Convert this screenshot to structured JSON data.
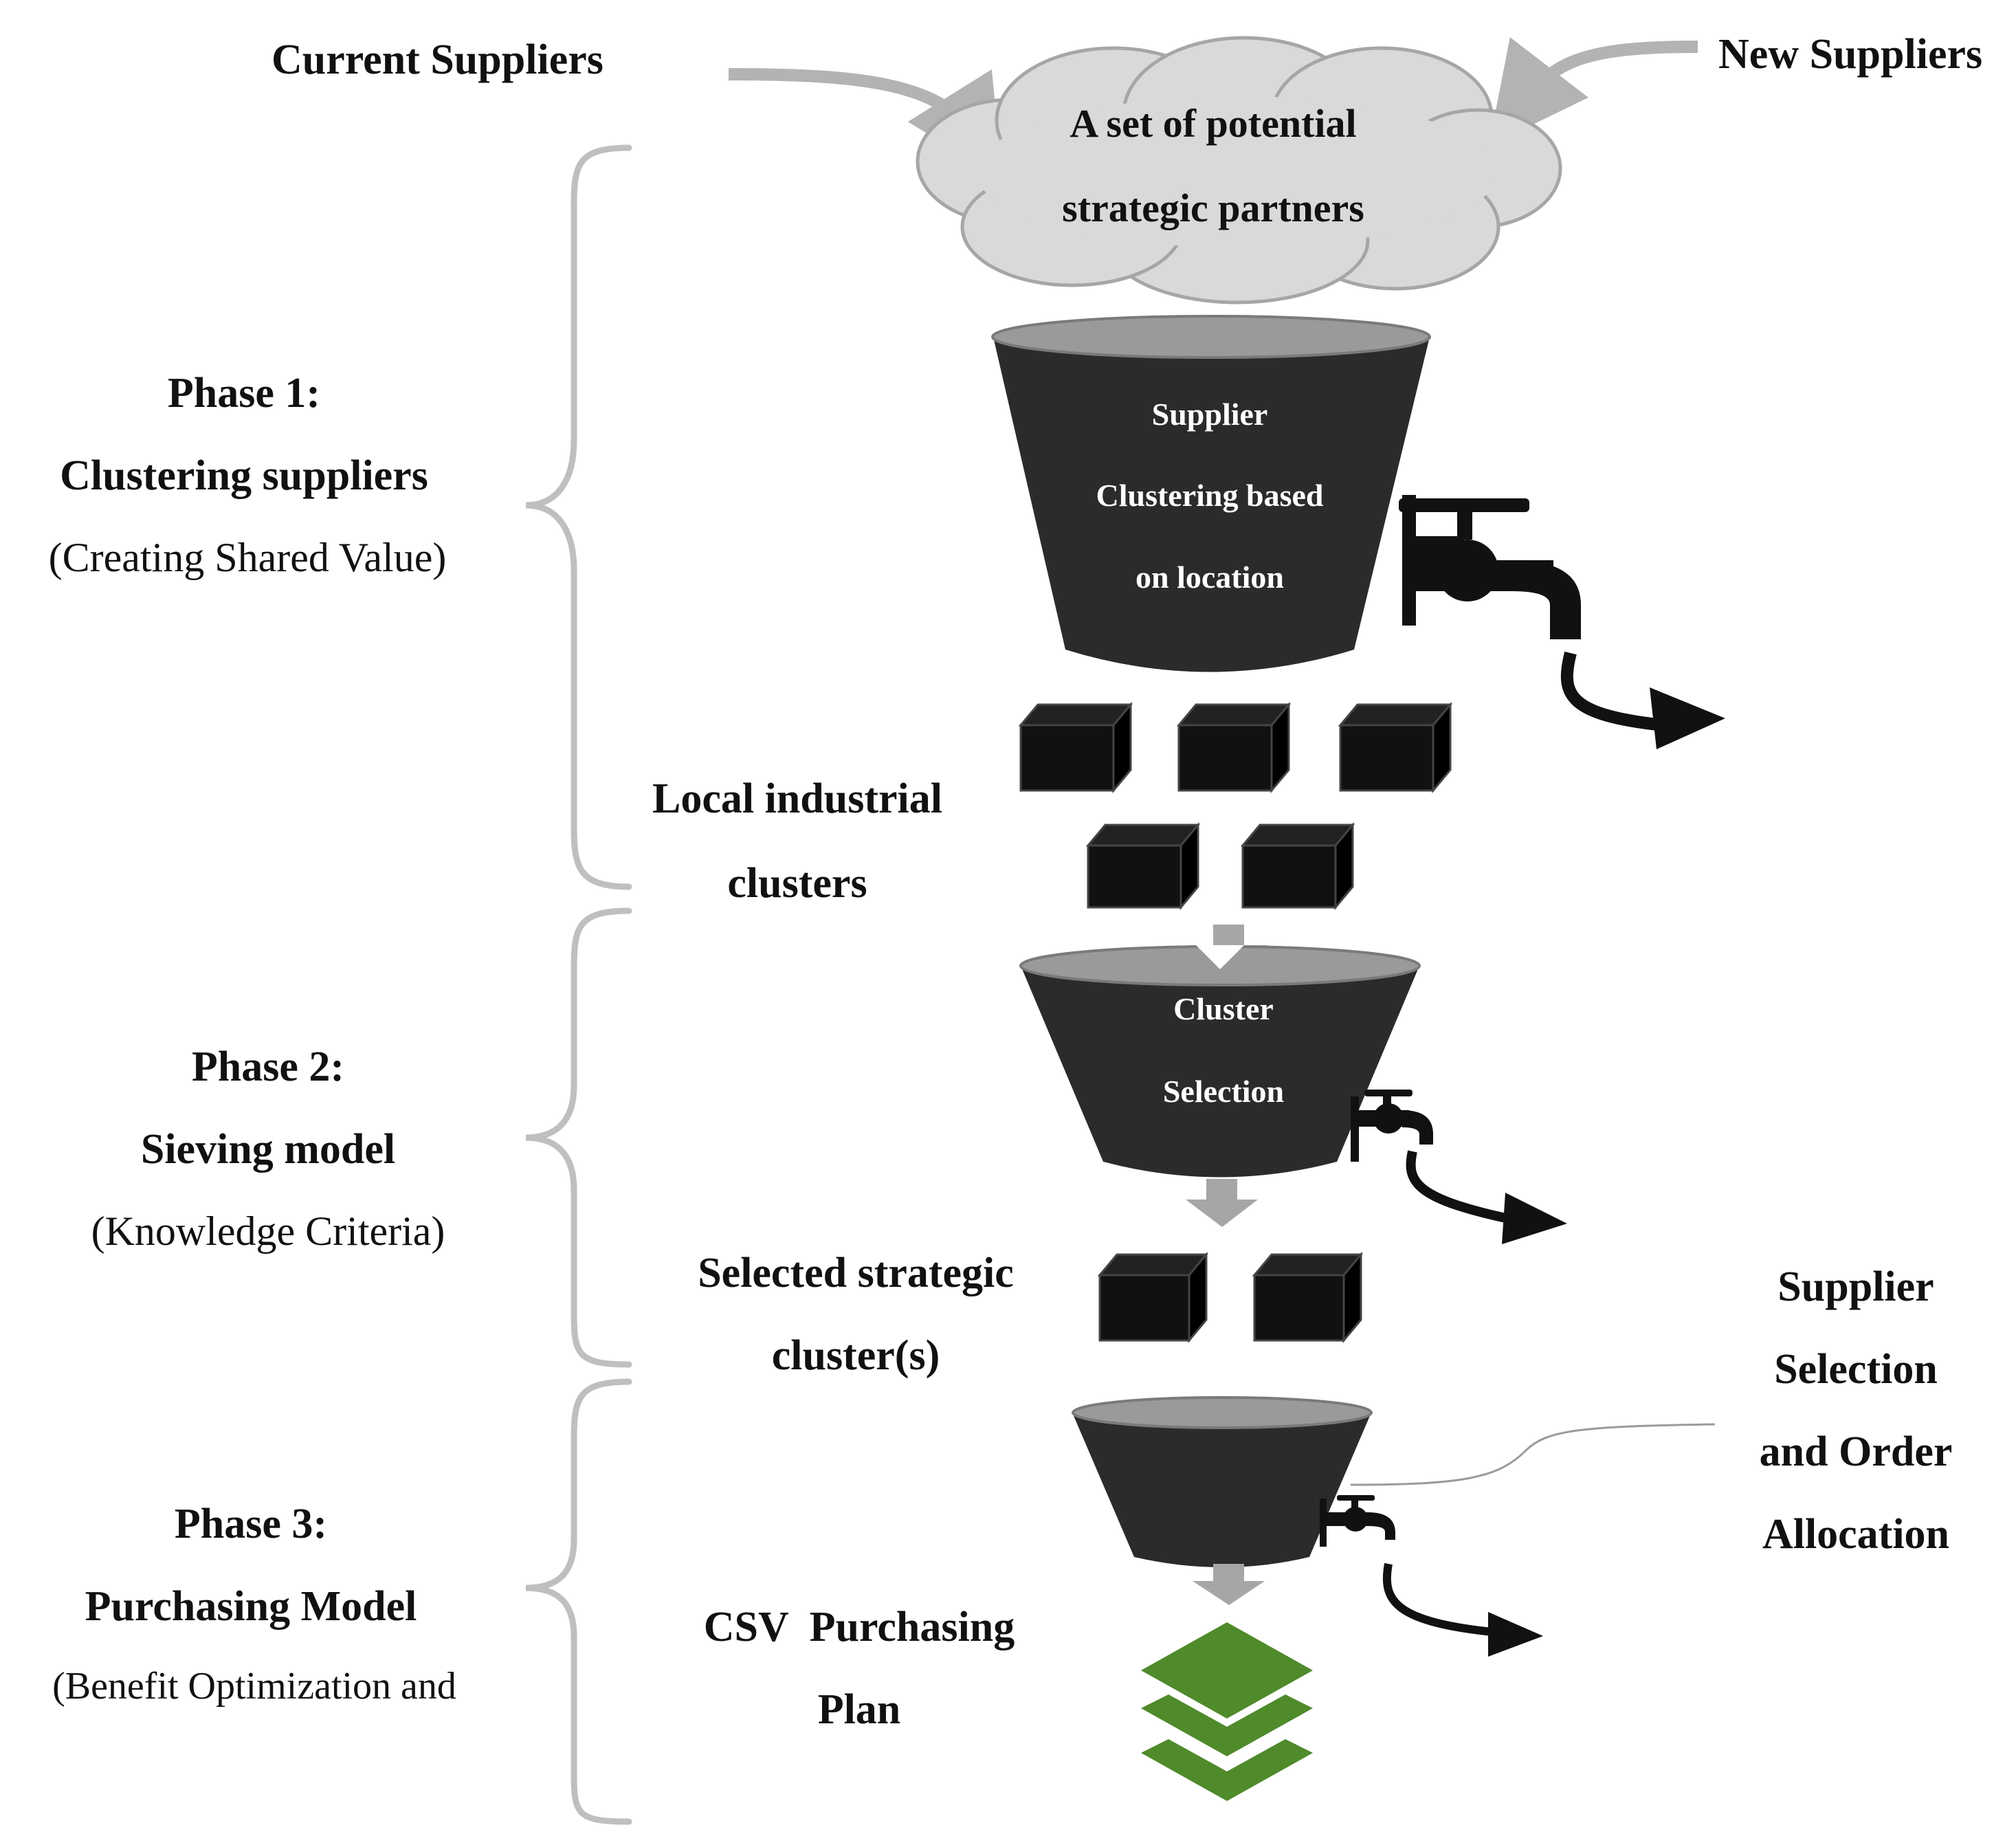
{
  "sources": {
    "current": "Current Suppliers",
    "new": "New Suppliers"
  },
  "cloud": {
    "line1": "A set of potential",
    "line2": "strategic partners"
  },
  "phases": [
    {
      "title": "Phase 1:",
      "name": "Clustering suppliers",
      "sub": "(Creating Shared Value)"
    },
    {
      "title": "Phase 2:",
      "name": "Sieving model",
      "sub": "(Knowledge Criteria)"
    },
    {
      "title": "Phase 3:",
      "name": "Purchasing Model",
      "sub": "(Benefit Optimization and"
    }
  ],
  "funnels": [
    {
      "line1": "Supplier",
      "line2": "Clustering based",
      "line3": "on location"
    },
    {
      "line1": "Cluster",
      "line2": "Selection"
    },
    {
      "line1": "",
      "line2": ""
    }
  ],
  "outputs": {
    "clusters_line1": "Local industrial",
    "clusters_line2": "clusters",
    "selected_line1": "Selected strategic",
    "selected_line2": "cluster(s)",
    "plan_line1": "CSV  Purchasing",
    "plan_line2": "Plan"
  },
  "callout": {
    "line1": "Supplier",
    "line2": "Selection",
    "line3": "and Order",
    "line4": "Allocation"
  },
  "colors": {
    "funnel_body": "#2b2b2b",
    "funnel_rim": "#9a9a9a",
    "cloud_fill": "#d9d9d9",
    "brace": "#bfbfbf",
    "down_arrow": "#a6a6a6",
    "layers": "#4f8a2b"
  }
}
